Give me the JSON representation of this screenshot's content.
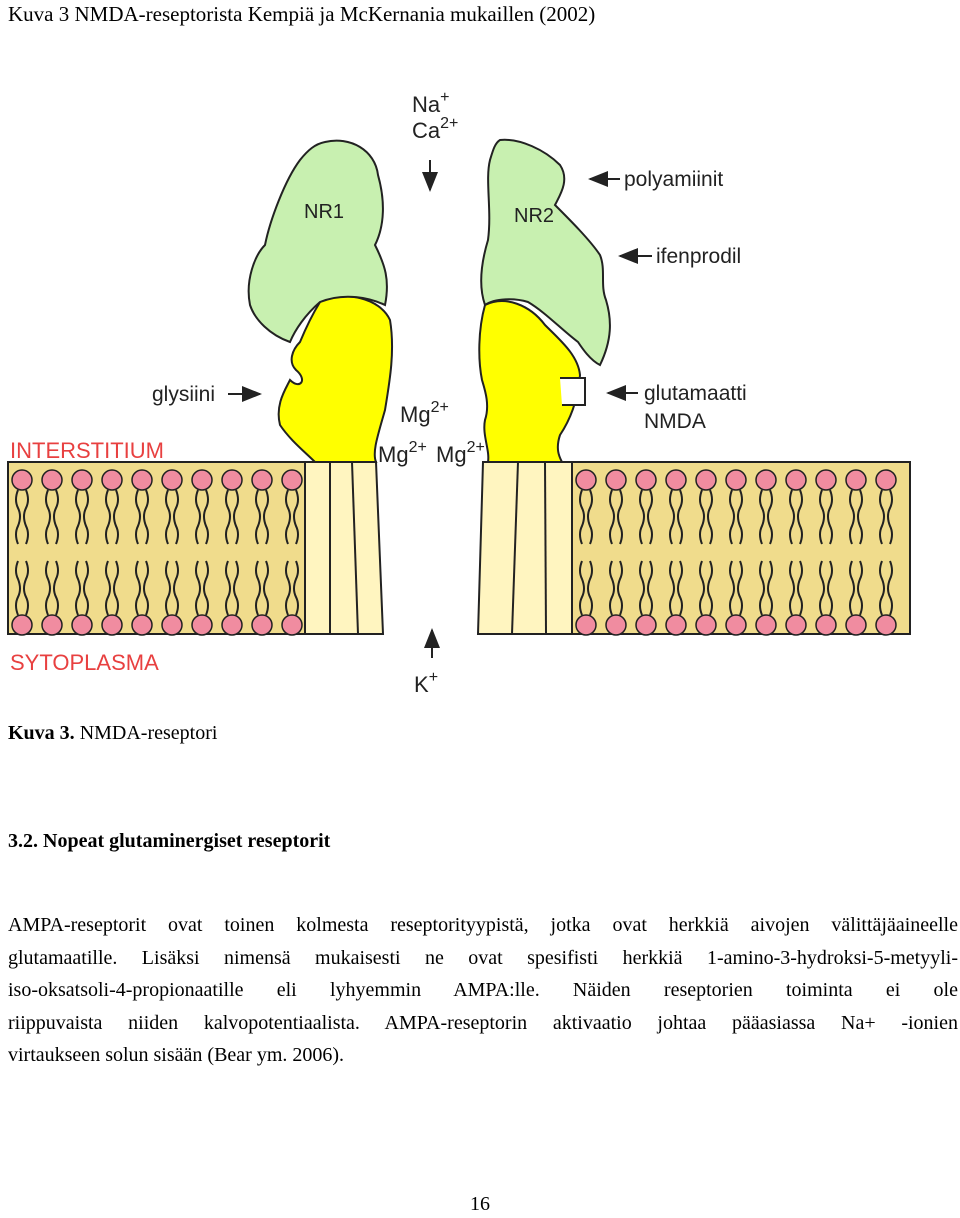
{
  "header": {
    "caption": "Kuva 3 NMDA-reseptorista Kempiä ja McKernania mukaillen (2002)"
  },
  "figure": {
    "ions_top": {
      "na": "Na",
      "na_sup": "+",
      "ca": "Ca",
      "ca_sup": "2+"
    },
    "subunit_left": "NR1",
    "subunit_right": "NR2",
    "label_polyamines": "polyamiinit",
    "label_ifenprodil": "ifenprodil",
    "label_glycine": "glysiini",
    "label_glutamate_1": "glutamaatti",
    "label_glutamate_2": "NMDA",
    "mg_1": {
      "text": "Mg",
      "sup": "2+"
    },
    "mg_2": {
      "text": "Mg",
      "sup": "2+"
    },
    "mg_3": {
      "text": "Mg",
      "sup": "2+"
    },
    "label_interstitium": "INTERSTITIUM",
    "label_cytoplasm": "SYTOPLASMA",
    "ion_bottom": {
      "text": "K",
      "sup": "+"
    },
    "colors": {
      "extracellular_domain": "#c8f0b0",
      "binding_domain": "#ffff00",
      "membrane": "#f0dc8c",
      "channel": "#fff5c0",
      "lipid_head": "#f08ca0",
      "region_label": "#e84040"
    }
  },
  "caption": {
    "bold": "Kuva 3.",
    "rest": " NMDA-reseptori"
  },
  "section": {
    "heading": "3.2. Nopeat glutaminergiset reseptorit"
  },
  "body": {
    "lines": [
      "AMPA-reseptorit ovat toinen kolmesta reseptorityypistä, jotka ovat herkkiä aivojen välittäjäaineelle",
      "glutamaatille. Lisäksi nimensä mukaisesti ne ovat spesifisti herkkiä 1-amino-3-hydroksi-5-metyyli-",
      "iso-oksatsoli-4-propionaatille eli lyhyemmin AMPA:lle. Näiden reseptorien toiminta ei ole",
      "riippuvaista niiden kalvopotentiaalista. AMPA-reseptorin aktivaatio johtaa pääasiassa Na+ -ionien",
      "virtaukseen solun sisään (Bear ym. 2006)."
    ]
  },
  "footer": {
    "page_number": "16"
  }
}
